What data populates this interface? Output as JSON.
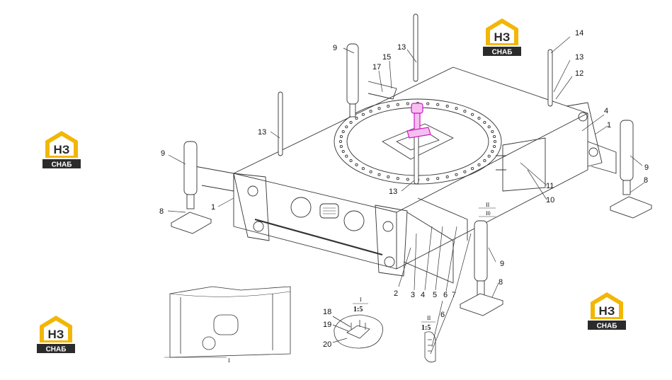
{
  "brand": {
    "letters": "НЗ",
    "word": "СНАБ",
    "colors": {
      "gold": "#f2b705",
      "dark": "#2b2b2b",
      "white": "#ffffff"
    }
  },
  "callouts": [
    {
      "id": "c9a",
      "text": "9"
    },
    {
      "id": "c17",
      "text": "17"
    },
    {
      "id": "c15",
      "text": "15"
    },
    {
      "id": "c13a",
      "text": "13"
    },
    {
      "id": "c14",
      "text": "14"
    },
    {
      "id": "c13b",
      "text": "13"
    },
    {
      "id": "c12",
      "text": "12"
    },
    {
      "id": "c4a",
      "text": "4"
    },
    {
      "id": "c1a",
      "text": "1"
    },
    {
      "id": "c13c",
      "text": "13"
    },
    {
      "id": "c9b",
      "text": "9"
    },
    {
      "id": "c9c",
      "text": "9"
    },
    {
      "id": "c8a",
      "text": "8"
    },
    {
      "id": "c1b",
      "text": "1"
    },
    {
      "id": "c13d",
      "text": "13"
    },
    {
      "id": "c11",
      "text": "11"
    },
    {
      "id": "c10",
      "text": "10"
    },
    {
      "id": "c8b",
      "text": "8"
    },
    {
      "id": "c9d",
      "text": "9"
    },
    {
      "id": "c2",
      "text": "2"
    },
    {
      "id": "c3",
      "text": "3"
    },
    {
      "id": "c4b",
      "text": "4"
    },
    {
      "id": "c5",
      "text": "5"
    },
    {
      "id": "c6a",
      "text": "6"
    },
    {
      "id": "c7",
      "text": "7"
    },
    {
      "id": "c8c",
      "text": "8"
    },
    {
      "id": "c18",
      "text": "18"
    },
    {
      "id": "c19",
      "text": "19"
    },
    {
      "id": "c20",
      "text": "20"
    },
    {
      "id": "c6b",
      "text": "6"
    }
  ],
  "section_marks": {
    "m_II_top": "II",
    "m_I_top": "I0",
    "m_I_bottom": "I",
    "m_II_detail": "II"
  },
  "scales": {
    "detail_I_num": "I",
    "detail_I_scale": "1:5",
    "detail_II_num": "II",
    "detail_II_scale": "1:5"
  }
}
